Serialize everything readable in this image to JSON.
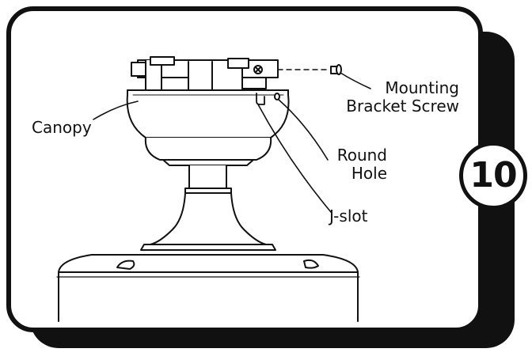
{
  "step": {
    "number": "10"
  },
  "labels": {
    "canopy": "Canopy",
    "mounting_screw_line1": "Mounting",
    "mounting_screw_line2": "Bracket Screw",
    "round_hole_line1": "Round",
    "round_hole_line2": "Hole",
    "j_slot": "J-slot"
  }
}
